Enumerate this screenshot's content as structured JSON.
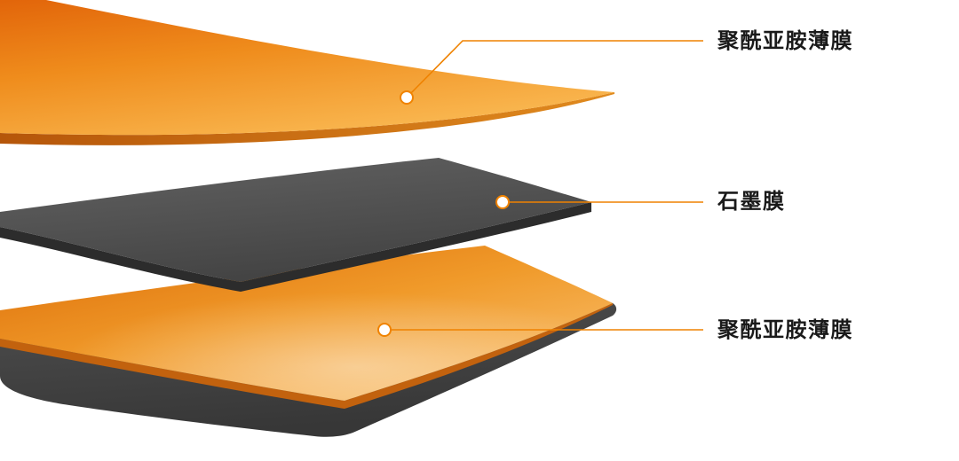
{
  "diagram": {
    "type": "layered-material-structure",
    "layers": [
      {
        "id": "top-film",
        "label": "聚酰亚胺薄膜",
        "material_color": "#F08300"
      },
      {
        "id": "graphite",
        "label": "石墨膜",
        "material_color": "#4A4A4A"
      },
      {
        "id": "bottom-film",
        "label": "聚酰亚胺薄膜",
        "material_color": "#F08300"
      }
    ],
    "colors": {
      "callout_line": "#EF8200",
      "marker_fill": "#FFFFFF",
      "marker_ring": "#F08300",
      "text": "#1A1A1A",
      "orange_dark": "#E0690A",
      "orange_light": "#F9B64F",
      "graphite_dark": "#3A3A3A",
      "background": "#FFFFFF"
    }
  }
}
